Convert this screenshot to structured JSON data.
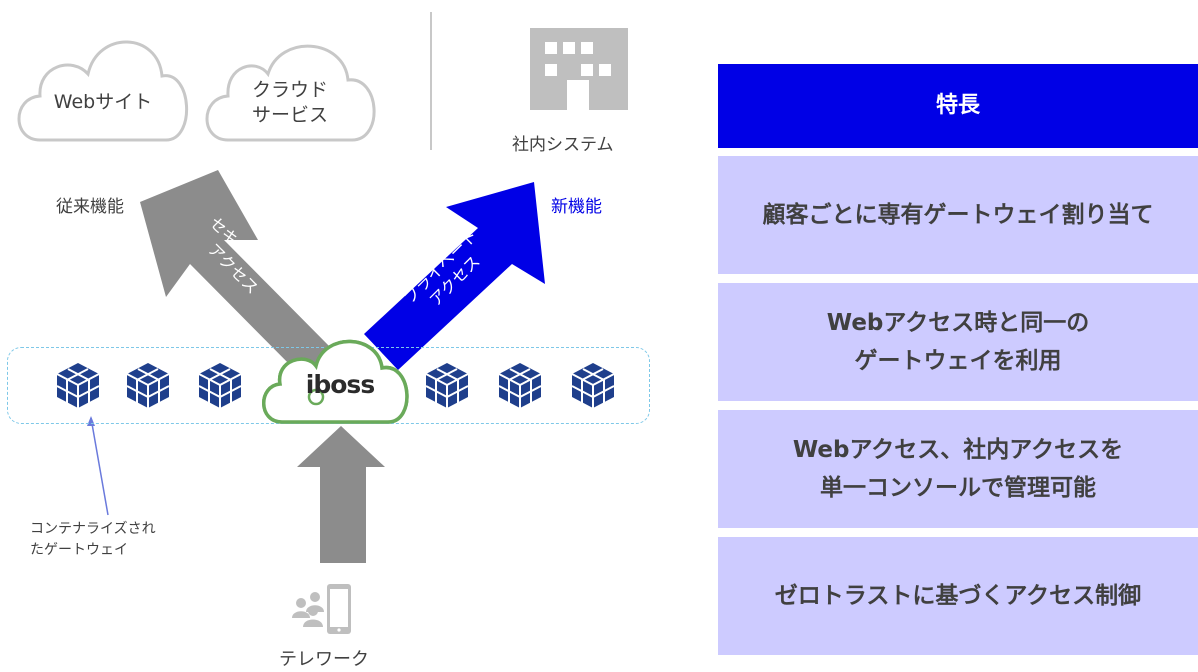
{
  "clouds": [
    {
      "label": "Webサイト"
    },
    {
      "label_line1": "クラウド",
      "label_line2": "サービス"
    }
  ],
  "building": {
    "label": "社内システム"
  },
  "legacy": {
    "label": "従来機能",
    "arrow_line1": "セキュアWeb",
    "arrow_line2": "アクセス"
  },
  "new_feature": {
    "label": "新機能",
    "arrow_line1": "プライベート",
    "arrow_line2": "アクセス"
  },
  "logo": {
    "text": "iboss"
  },
  "gateway_note": {
    "line1": "コンテナライズされ",
    "line2": "たゲートウェイ"
  },
  "telework": {
    "label": "テレワーク"
  },
  "features": {
    "header": "特長",
    "item1": "顧客ごとに専有ゲートウェイ割り当て",
    "item2_line1": "Webアクセス時と同一の",
    "item2_line2": "ゲートウェイを利用",
    "item3_line1": "Webアクセス、社内アクセスを",
    "item3_line2": "単一コンソールで管理可能",
    "item4": "ゼロトラストに基づくアクセス制御"
  },
  "colors": {
    "accent": "#0000e6",
    "feature_bg": "#cdcbff",
    "arrow_gray": "#8c8c8c",
    "cube": "#1f3f8c",
    "logo_ring": "#6aaa5a",
    "strip_border": "#7ec8e8"
  },
  "icons": [
    "cloud-icon",
    "building-icon",
    "container-cube-icon",
    "people-phone-icon"
  ]
}
